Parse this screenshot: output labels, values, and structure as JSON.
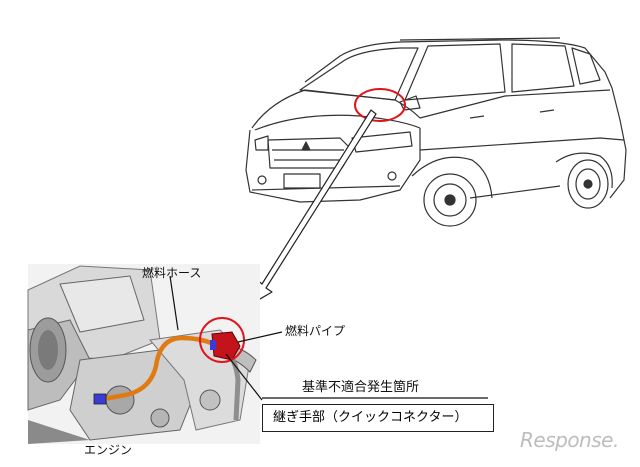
{
  "labels": {
    "fuel_hose": "燃料ホース",
    "fuel_pipe": "燃料パイプ",
    "defect_location": "基準不適合発生箇所",
    "joint": "継ぎ手部（クイックコネクター）",
    "engine": "エンジン"
  },
  "watermark": "Response.",
  "colors": {
    "highlight_circle": "#e0141b",
    "fuel_hose": "#e07a12",
    "connector": "#c4141b",
    "connector_band": "#3a3ad6",
    "line_art": "#333333",
    "engine_shade": "#8a8a8a"
  }
}
